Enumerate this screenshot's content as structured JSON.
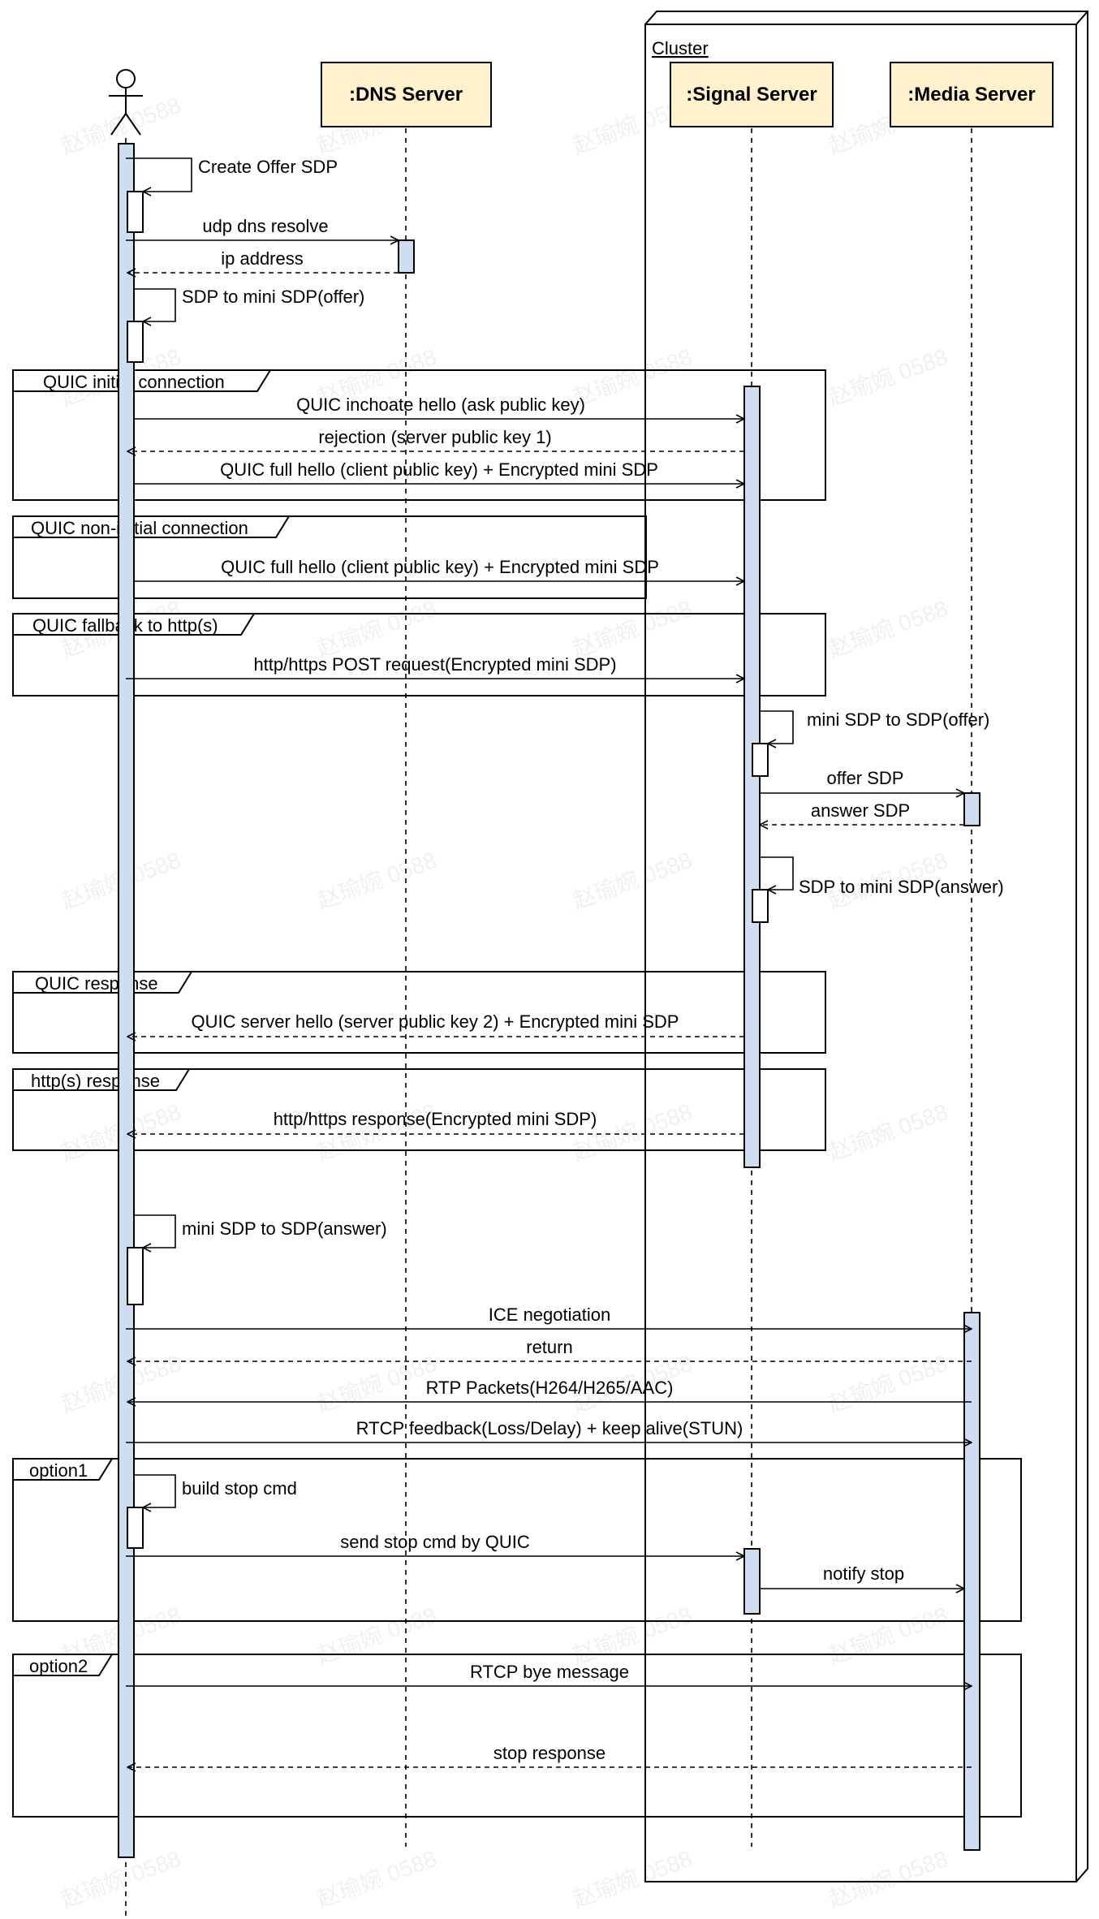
{
  "cluster": {
    "label": "Cluster"
  },
  "lifelines": {
    "dns": ":DNS Server",
    "signal": ":Signal Server",
    "media": ":Media Server"
  },
  "fragments": {
    "quic_initial": "QUIC initial connection",
    "quic_noninitial": "QUIC non-initial connection",
    "quic_fallback": "QUIC fallback to http(s)",
    "quic_response": "QUIC response",
    "http_response": "http(s) response",
    "option1": "option1",
    "option2": "option2"
  },
  "messages": {
    "create_offer": "Create Offer SDP",
    "udp_dns": "udp dns resolve",
    "ip_address": "ip address",
    "sdp_to_mini_offer": "SDP to mini SDP(offer)",
    "quic_inchoate": "QUIC inchoate hello (ask public key)",
    "rejection": "rejection (server public key 1)",
    "quic_full_hello_1": "QUIC full hello (client public key) + Encrypted mini SDP",
    "quic_full_hello_2": "QUIC full hello (client public key) + Encrypted mini SDP",
    "http_post": "http/https POST request(Encrypted mini SDP)",
    "mini_to_sdp_offer": "mini SDP to SDP(offer)",
    "offer_sdp": "offer SDP",
    "answer_sdp": "answer SDP",
    "sdp_to_mini_answer": "SDP to mini SDP(answer)",
    "quic_server_hello": "QUIC server hello (server public key 2) + Encrypted mini SDP",
    "http_response_msg": "http/https response(Encrypted mini SDP)",
    "mini_to_sdp_answer": "mini SDP to SDP(answer)",
    "ice": "ICE negotiation",
    "return": "return",
    "rtp": "RTP Packets(H264/H265/AAC)",
    "rtcp_feedback": "RTCP feedback(Loss/Delay) + keep alive(STUN)",
    "build_stop": "build stop cmd",
    "send_stop": "send stop cmd by QUIC",
    "notify_stop": "notify stop",
    "rtcp_bye": "RTCP bye message",
    "stop_response": "stop response"
  },
  "watermark": "赵瑜婉 0588",
  "colors": {
    "participant_fill": "#fff2cc",
    "participant_stroke": "#d6b656",
    "activation_fill": "#cfddf1",
    "line": "#000000"
  }
}
